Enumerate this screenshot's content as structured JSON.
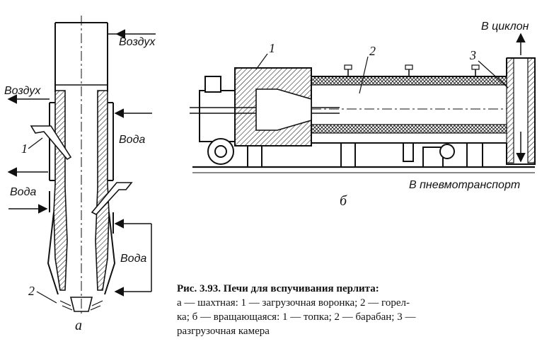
{
  "diagram_a": {
    "label_air_top": "Воздух",
    "label_air_left": "Воздух",
    "label_water_right_upper": "Вода",
    "label_water_left": "Вода",
    "label_water_right_lower": "Вода",
    "callout_1": "1",
    "callout_2": "2",
    "panel_letter": "а"
  },
  "diagram_b": {
    "label_to_cyclone": "В циклон",
    "label_to_pneumo": "В пневмотранспорт",
    "callout_1": "1",
    "callout_2": "2",
    "callout_3": "3",
    "panel_letter": "б"
  },
  "caption": {
    "title": "Рис. 3.93. Печи для вспучивания перлита:",
    "line2": "а — шахтная: 1 — загрузочная воронка; 2 — горел-",
    "line3": "ка; б — вращающаяся: 1 — топка; 2 — барабан; 3 —",
    "line4": "разгрузочная камера"
  }
}
